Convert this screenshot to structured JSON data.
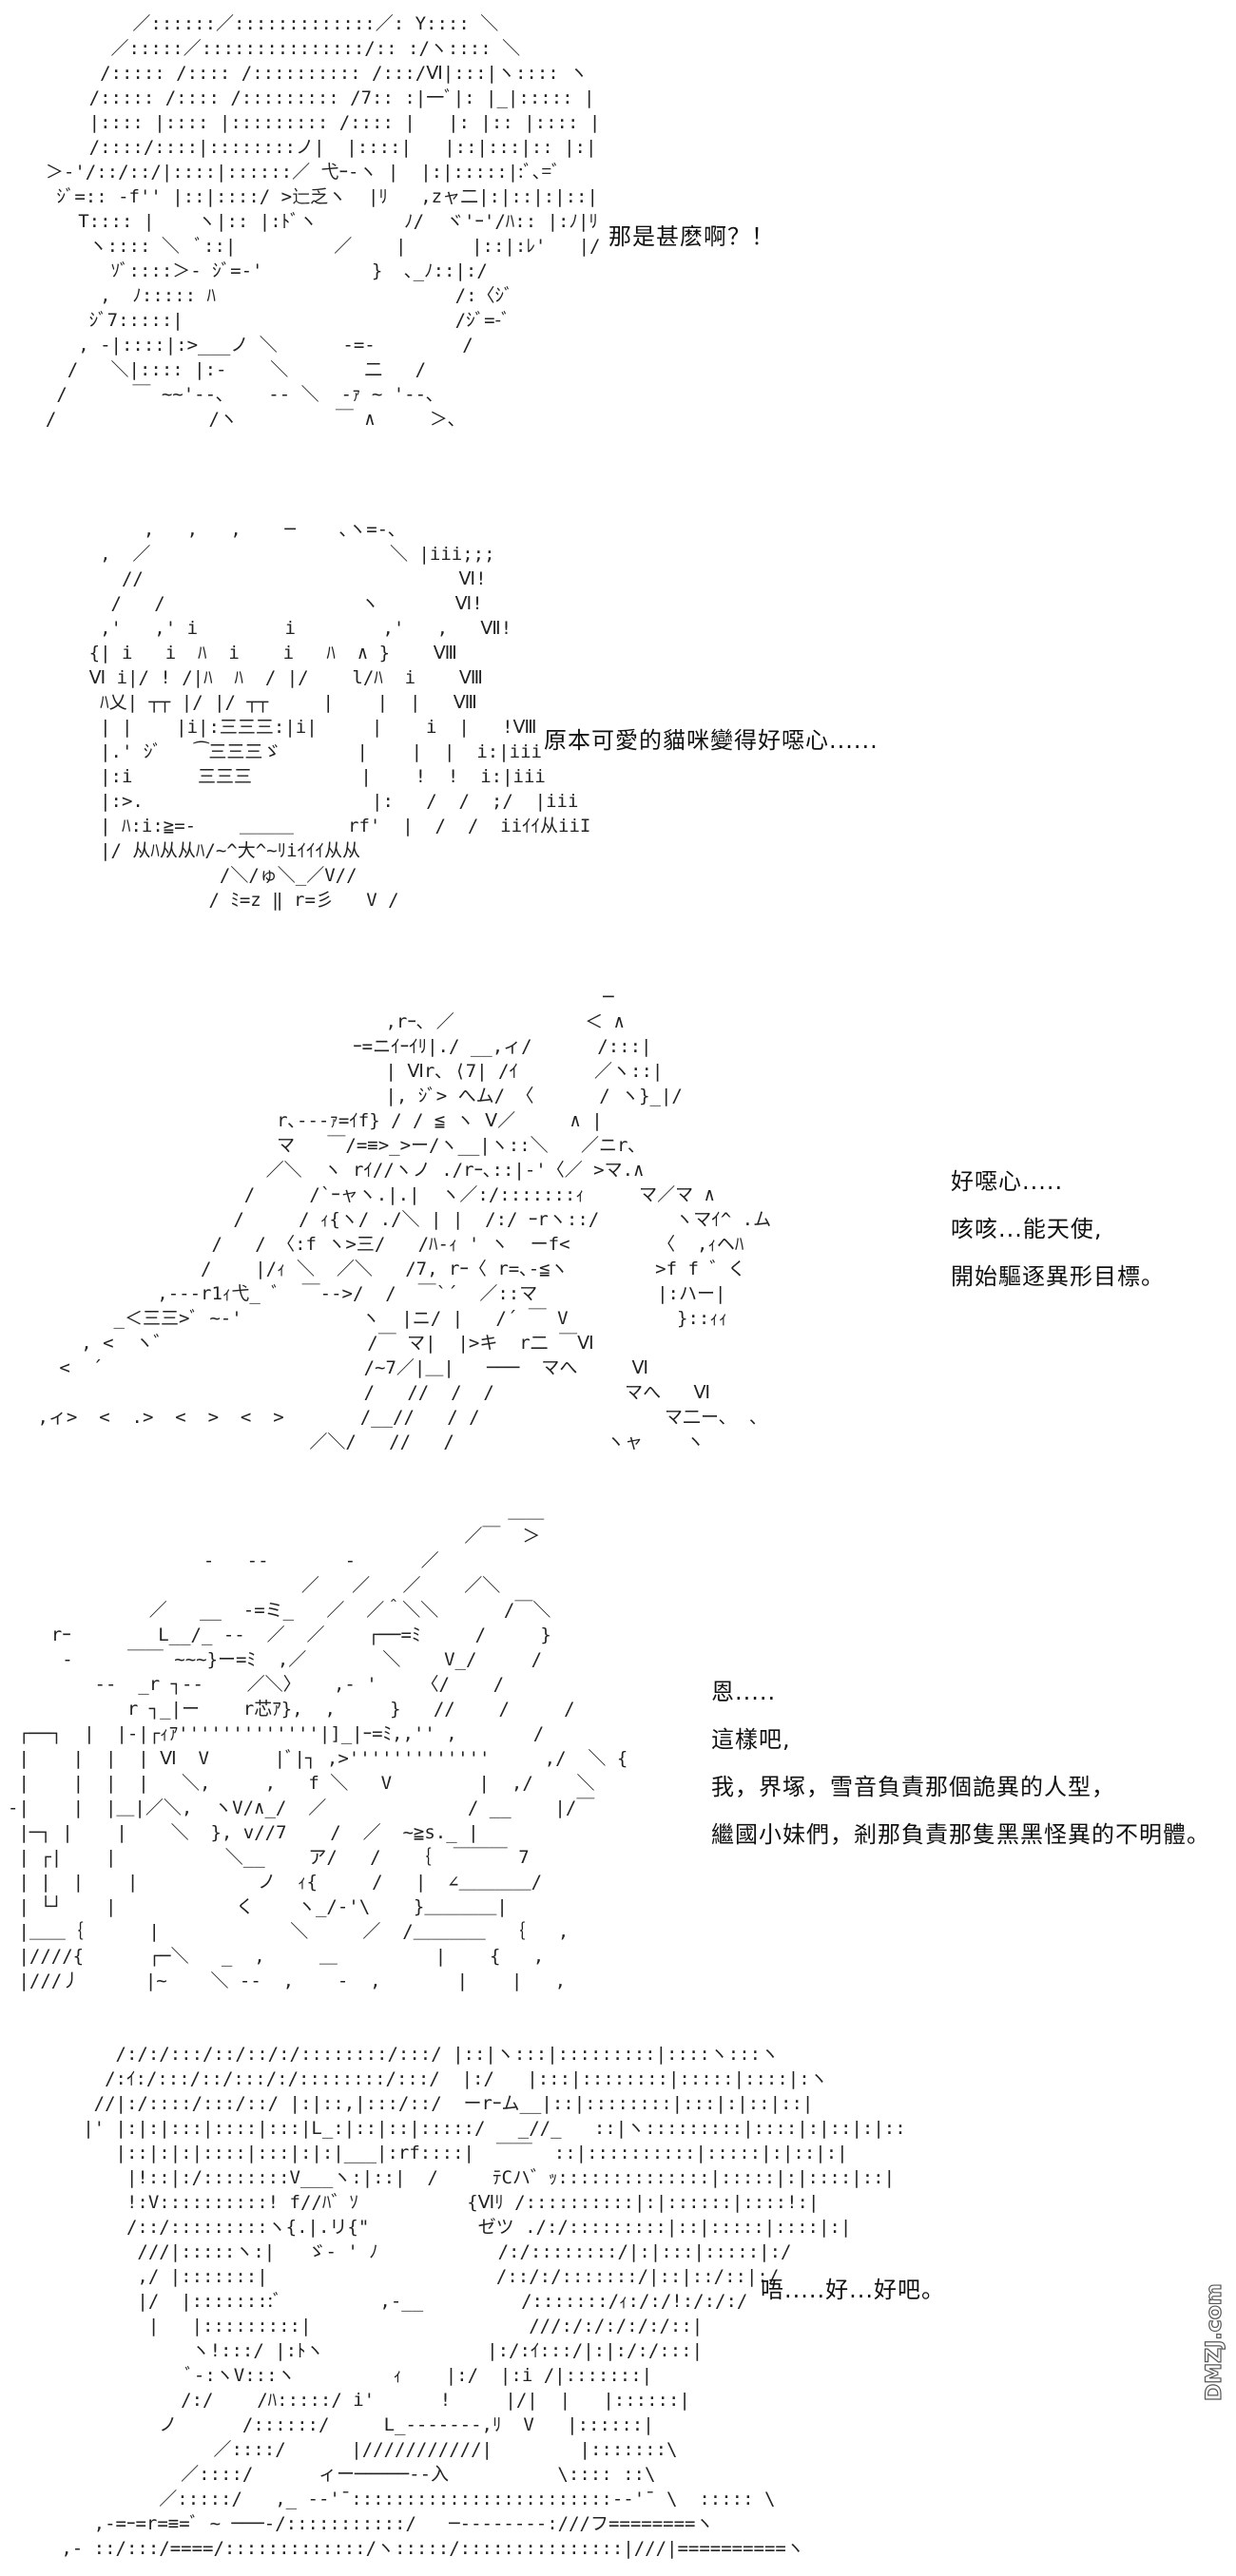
{
  "panels": [
    {
      "art": [
        "          ／::::::／:::::::::::::／: Y:::: ＼",
        "        ／:::::／:::::::::::::::/:: :/ヽ:::: ＼",
        "       /::::: /:::: /:::::::::: /:::/Ⅵ|:::|ヽ:::: ヽ",
        "      /::::: /:::: /::::::::: /7:: :|一ﾞ|: |_|::::: |",
        "      |:::: |:::: |::::::::: /:::: |   |: |:: |:::: |",
        "      /::::/::::|::::::::ノ|  |::::|   |::|:::|:: |:|",
        "  ＞-'/::/::/|::::|::::::／ 弋ｰ-ヽ |  |:|:::::|:ﾞ､=ﾞ",
        "   ｼﾞ=:: -f'' |::|::::/ >辷乏ヽ  |ﾘ   ,zャ二|:|::|:|::|",
        "     T:::: |    ヽ|:: |:ﾄﾞヽ        ﾉ/  ヾ'ｰ'/ﾊ:: |:ﾉ|ﾘ",
        "      ヽ:::: ＼  ﾞ::|         ／    |      |::|:ﾚ'   |/",
        "        ｿﾞ::::＞- ｼﾞ=-'          }  ､_ﾉ::|:/",
        "       ,  ﾉ::::: ﾊ                      /:〈ｼﾞ",
        "      ｼﾞ7:::::|                         /ｼﾞ=-ﾞ",
        "     , -|::::|:>___ノ ＼      -=-        /",
        "    /   ＼|:::: |:-    ＼       二   /",
        "   /      ￣ ~~'--､    -- ＼  -ｧ ~ '--､",
        "  /              /ヽ         ￣ ∧     ＞､"
      ],
      "dialogue": [
        "那是甚麽啊？！"
      ]
    },
    {
      "art": [
        "           ,   ,   ,    ─    ､ヽ=-､",
        "       ,  ／                      ＼ |iii;;;",
        "         //                             Ⅵ!",
        "        /   /                  ヽ       Ⅵ!",
        "       ,'   ,' i        i        ,'   ,   Ⅶ!",
        "      {| i   i  ﾊ  i    i   ﾊ  ∧ }    Ⅷ",
        "      Ⅵ i|/ ! /|ﾊ  ﾊ  / |/    l/ﾊ  i    Ⅷ",
        "       ﾊ乂| ┬┬ |/ |/ ┬┬     |    |  |   Ⅷ",
        "       | |    |i|:三三三:|i|     |    i  |   !Ⅷ",
        "       |.' ｼﾞ   ⁀三三三ゞ       |    |  |  i:|iii",
        "       |:i      三三三          |    !  !  i:|iii",
        "       |:>.                     |:   /  /  ;/  |iii",
        "       | ﾊ:i:≧=-    ＿＿＿     rf'  |  /  /  iiｲｲ从iiI",
        "       |/ 从ﾊ从从ﾊ/~^大^~ﾘiｲｲｲ从从",
        "                  /＼/ゅ＼_／V//",
        "                 / ﾐ=z ‖ r=彡   V /"
      ],
      "dialogue": [
        "原本可愛的貓咪變得好噁心......"
      ]
    },
    {
      "art": [
        "                                                     ─",
        "                                 ,rｰ､ ／            ＜ ∧",
        "                              ｰ=ニｲｰｲﾘ|./ __,ィ/      /:::|",
        "                                 | Ⅵr､ ⟨7| /ｲ       ／ヽ::|",
        "                                 |, ｼﾞ> へム/ 〈      / ヽ}_|/",
        "                       r､-‐-ｧ=ｲf} / / ≦ ヽ Ⅴ／     ∧ |",
        "                       マ   ￣/=≡>_>ー/ヽ__|ヽ::＼   ／ニr､",
        "                      ／＼  ヽ rｲ//ヽノ ./rｰ､::|-'〈／ >マ.∧",
        "                    /     /`ｰャヽ.|.|  ヽ／:/:::::::ｨ     マ／マ ∧",
        "                   /     / ｨ{ヽ/ ./＼ | |  /:/ ｰrヽ::/       ヽマｲ^ .ム",
        "                 /   / 〈:f ヽ>三/   /ﾊ-ｨ ' ヽ  ーf<        〈  ,ｨヘﾊ",
        "                /    |/ｨ ＼  ／＼   /7, rｰ〈 r=､-≦ヽ        >f f ゛く",
        "            ,---r1ｨ弋_ ﾞ  ￣-->/  /  ￣`´  ／::マ           |:ハー|",
        "        _＜三三>ﾞ ~‐'           ヽ  |ニ/ |   /´ ￣ V          }::ｨｨ",
        "     , <  ヽ゛                  /￣ マ|  |>キ  r二 ￣Ⅵ",
        "   <  ´                        /~7／|＿|   ───  マへ     Ⅵ",
        "                               /   //  /  /            マへ   Ⅵ",
        " ,ィ>  <  .>  <  >  <  >       /__//   / /                 マ二ー､  ､",
        "                          ／＼/   //   /              ヽャ    ヽ"
      ],
      "dialogue": [
        "好噁心.....",
        "咳咳...能天使,",
        "開始驅逐異形目標。"
      ]
    },
    {
      "art": [
        "                                              ＿＿",
        "                                          ／￣  ＞",
        "                  -   -‐       -      ／",
        "                           ／   ／   ／    ／＼",
        "             ／   __  -=ミ_   ／  ／＾＼＼      /￣＼",
        "    rｰ        L__/_ -‐  ／  ／    ┌──=ﾐ     /     }",
        "     -     ￣￣ ~~~}ー=ﾐ  ,／       ＼    V_/     /",
        "        -‐  _r ┐--    ／＼〉   ,- '    〈/    /",
        "           r ┐_|ー    r芯ｱ},  ,     }   //    /     /",
        " ┌──┐  |  |-|┌ｨｱ'''''''''''''|]_|ｰ=ﾐ,,'' ,       /",
        " |    |  |  | Ⅵ  V      |ﾞ|┐ ,>'''''''''''''     ,/  ＼ {",
        " |    |  |  |   ＼,     ,   f ＼   V        |  ,/    ＼",
        "-|    |  |＿|／＼,  ヽV/∧_/  ／             / __    |/￣",
        " |─┐ |    |    ＼  }, v//7    /  ／  ~≧s._ |",
        " | ┌|    |          ＼__    ア/   /   ｛  ￣￣￣ 7",
        " | |  |    |           ノ  ｨ{     /   |  ∠＿＿＿＿/",
        " | └┘    |           く    ヽ_/-'\\    }＿＿＿＿|",
        " |＿＿｛      |            ＼     ／  /＿＿＿＿  ｛   ,",
        " |////{      ┌─＼   _  ,     ＿         |    {   ,",
        " |///丿      |~    ＼ ‐‐  ,    ‐  ,       |    |   ,"
      ],
      "dialogue": [
        "恩.....",
        "這樣吧,",
        "我，界塚，雪音負責那個詭異的人型，",
        "繼國小妹們，剎那負責那隻黑黑怪異的不明體。"
      ]
    },
    {
      "art": [
        "        /:/:/:::/::/::/:/::::::::/:::/ |::|ヽ:::|:::::::::|::::ヽ:::ヽ",
        "       /:ｲ:/:::/::/:::/:/::::::::/:::/  |:/   |:::|::::::::|:::::|::::|:ヽ",
        "      //|:/::::/:::/::/ |:|::,|:::/::/  ーrｰム__|::|::::::::|:::|:|::|::|",
        "     |' |:|:|:::|::::|:::|L_:|::|::|:::::/   _//_   ::|ヽ:::::::::|::::|:|::|:|::",
        "        |::|:|:|::::|:::|:|:|___|:rf::::|  ￣￣  ::|::::::::::|:::::|:|::|:|",
        "         |!::|:/::::::::V___ヽ:|::|  /     ﾃCハ゛ｯ::::::::::::::|:::::|:|::::|::|",
        "         !:V::::::::::! f//ﾊ゛ｿ          {Ⅵﾘ /::::::::::|:|::::::|::::!:|",
        "         /::/:::::::::ヽ{.|.リ{\"          ゼツ ./:/:::::::::|::|:::::|::::|:|",
        "          ///|:::::ヽ:|   ゞ- ' ﾉ           /:/::::::::/|:|:::|:::::|:/",
        "          ,/ |:::::::|                     /::/:/:::::::/|::|::/::|:/",
        "          |/  |::::::::ﾞ         ,-__         /:::::::/ｨ:/:/!:/:/:/",
        "           |   |:::::::::|                    ///:/:/:/:/:/::|",
        "               ヽ!:::/ |:ﾄヽ               |:/:ｲ:::/|:|:/:/:::|",
        "               ﾞ-:ヽV:::ヽ         ｨ    |:/  |:i /|:::::::|",
        "              /:/    /ﾊ:::::/ i'      !     |/|  |   |::::::|",
        "            ノ      /::::::/     L_-------,ﾘ  V   |::::::|",
        "                 ／::::/      |///////////|        |:::::::\\",
        "              ／::::/      ィー─────--入          \\:::: ::\\",
        "            ／:::::/   ,_ --'¯::::::::::::::::::::::::--'¯ \\  ::::: \\",
        "      ,-=ｰ=r=≡=ﾞ ~ ───-/:::::::::::/   ─--------:///フ========ヽ",
        "   ,- ::/:::/====/:::::::::::::/ヽ:::::/:::::::::::::::|///|==========ヽ"
      ],
      "dialogue": [
        "唔.....好...好吧。"
      ]
    }
  ],
  "watermark": {
    "text": "DMZJ.com"
  }
}
